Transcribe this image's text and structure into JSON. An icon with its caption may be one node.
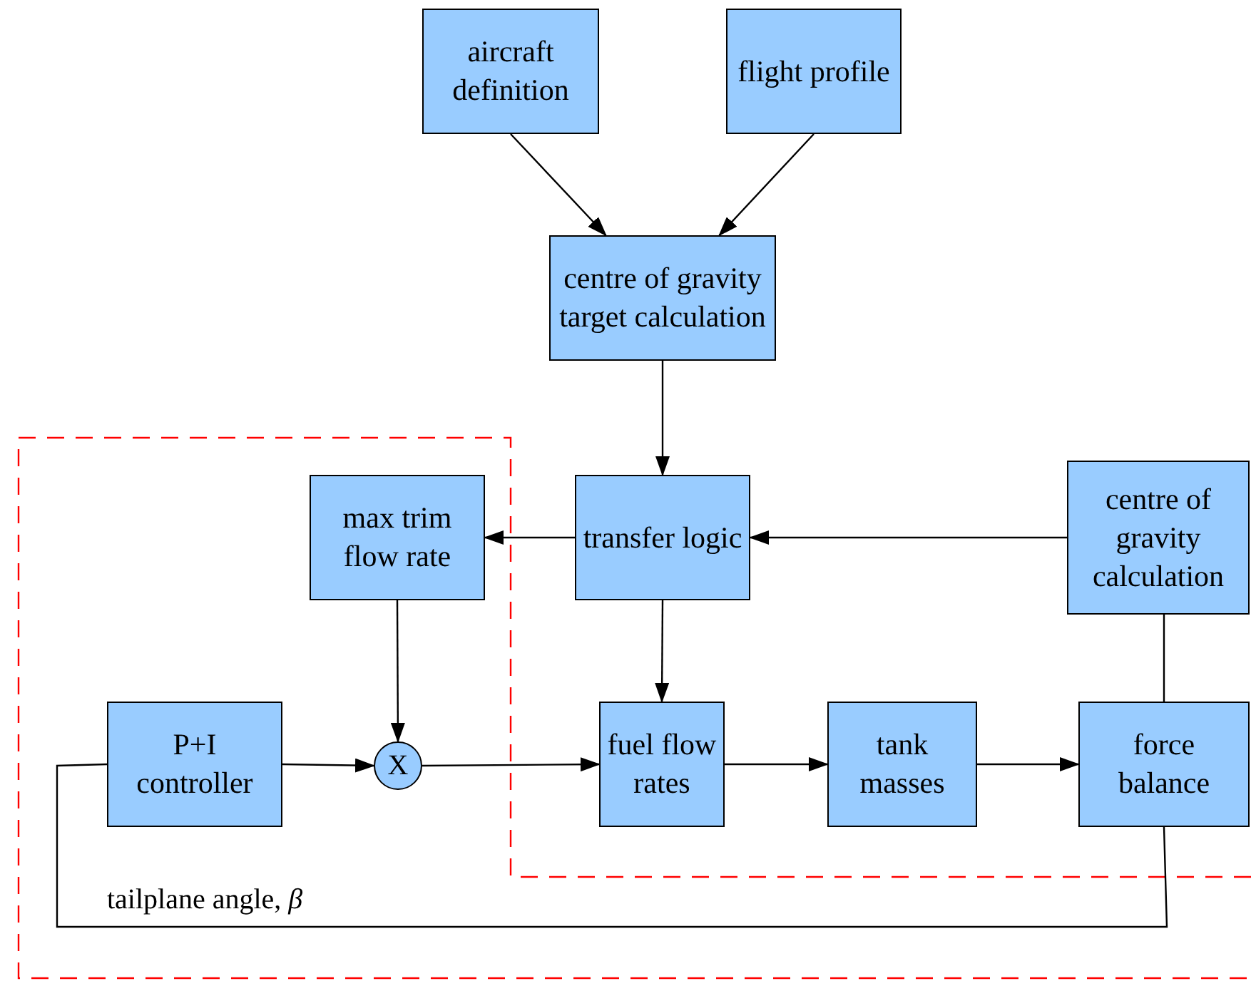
{
  "diagram": {
    "nodes": [
      {
        "text": [
          "aircraft definition"
        ]
      },
      {
        "text": [
          "flight profile"
        ]
      },
      {
        "text": [
          "centre of gravity target calculation"
        ]
      },
      {
        "text": [
          "max trim flow rate"
        ]
      },
      {
        "text": [
          "transfer logic"
        ]
      },
      {
        "text": [
          "centre of gravity calculation"
        ]
      },
      {
        "text": [
          "P+I controller"
        ]
      },
      {
        "text": [
          "X"
        ]
      },
      {
        "text": [
          "fuel flow rates"
        ]
      },
      {
        "text": [
          "tank masses"
        ]
      },
      {
        "text": [
          "force balance"
        ]
      }
    ],
    "edges": [
      {
        "from": 0,
        "to": 2,
        "arrow": "to"
      },
      {
        "from": 1,
        "to": 2,
        "arrow": "to"
      },
      {
        "from": 2,
        "to": 4,
        "arrow": "to"
      },
      {
        "from": 5,
        "to": 4,
        "arrow": "to"
      },
      {
        "from": 4,
        "to": 3,
        "arrow": "to"
      },
      {
        "from": 3,
        "to": 7,
        "arrow": "to"
      },
      {
        "from": 4,
        "to": 8,
        "arrow": "to"
      },
      {
        "from": 6,
        "to": 7,
        "arrow": "to"
      },
      {
        "from": 7,
        "to": 8,
        "arrow": "to"
      },
      {
        "from": 8,
        "to": 9,
        "arrow": "to"
      },
      {
        "from": 9,
        "to": 10,
        "arrow": "to"
      },
      {
        "from": 10,
        "to": 5,
        "arrow": "none"
      },
      {
        "from": 10,
        "to": 6,
        "arrow": "none"
      }
    ],
    "labels": [
      "tailplane angle, *β*"
    ]
  }
}
